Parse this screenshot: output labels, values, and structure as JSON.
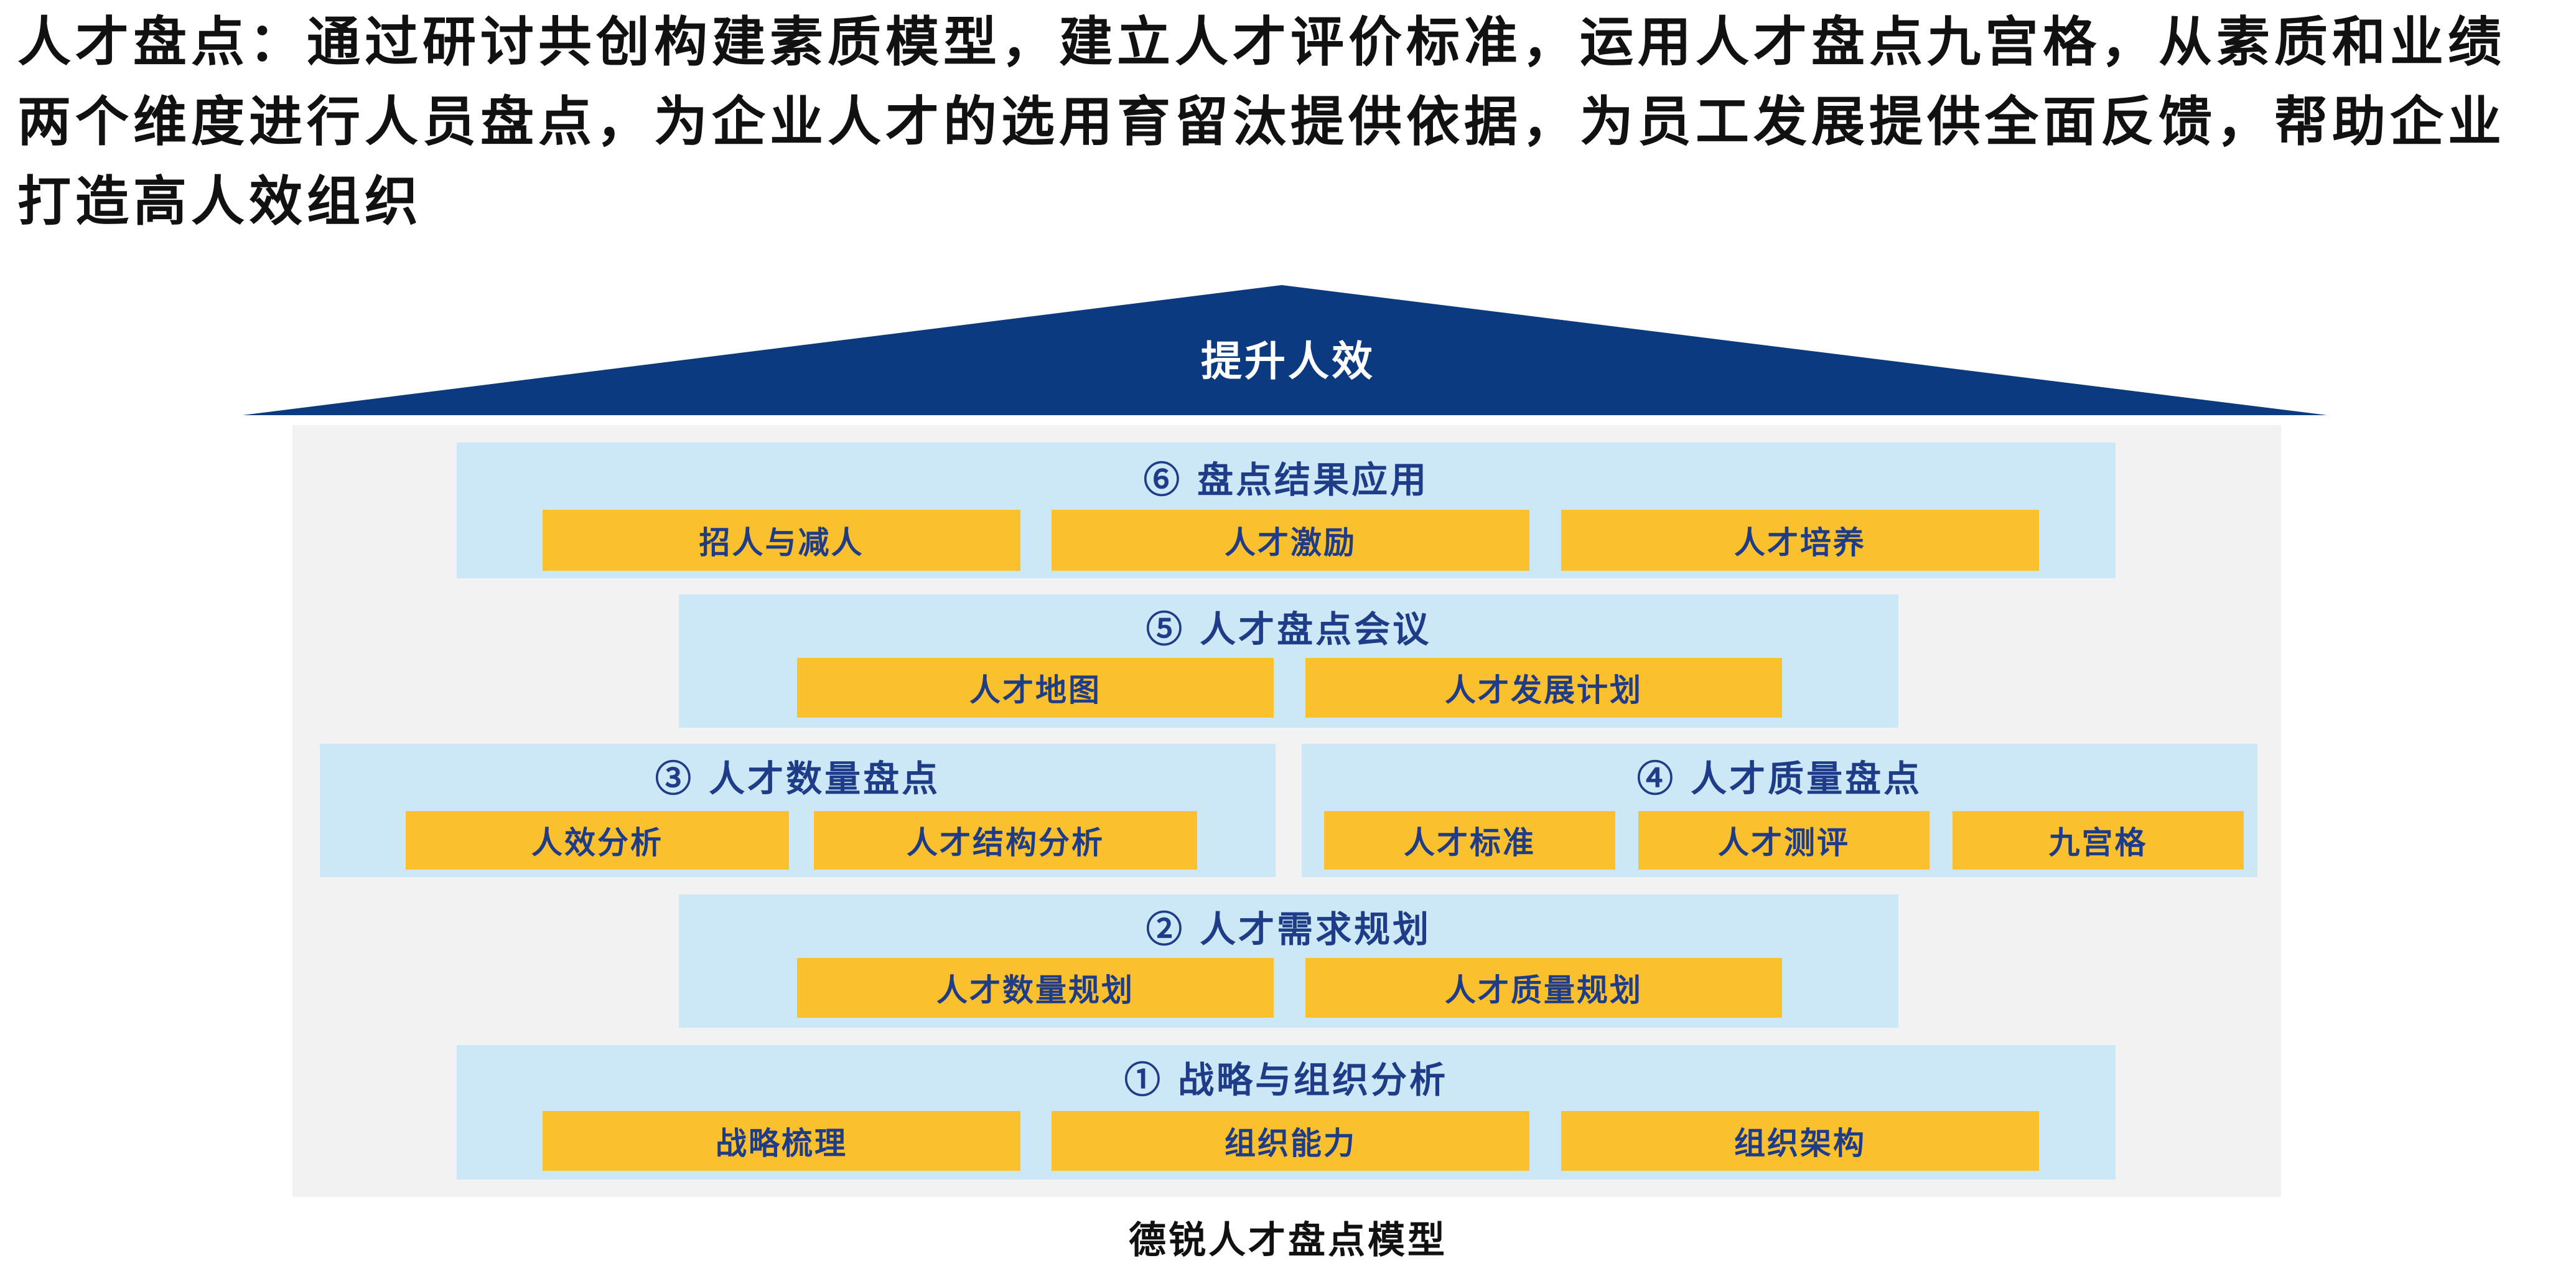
{
  "headline": "人才盘点：通过研讨共创构建素质模型，建立人才评价标准，运用人才盘点九宫格，从素质和业绩两个维度进行人员盘点，为企业人才的选用育留汰提供依据，为员工发展提供全面反馈，帮助企业打造高人效组织",
  "roof": {
    "label": "提升人效",
    "color": "#0b3a80"
  },
  "tiers": {
    "results_application": {
      "title": "⑥ 盘点结果应用",
      "items": [
        "招人与减人",
        "人才激励",
        "人才培养"
      ]
    },
    "review_meeting": {
      "title": "⑤ 人才盘点会议",
      "items": [
        "人才地图",
        "人才发展计划"
      ]
    },
    "quantity_review": {
      "title": "③ 人才数量盘点",
      "items": [
        "人效分析",
        "人才结构分析"
      ]
    },
    "quality_review": {
      "title": "④ 人才质量盘点",
      "items": [
        "人才标准",
        "人才测评",
        "九宫格"
      ]
    },
    "demand_planning": {
      "title": "② 人才需求规划",
      "items": [
        "人才数量规划",
        "人才质量规划"
      ]
    },
    "strategy_analysis": {
      "title": "① 战略与组织分析",
      "items": [
        "战略梳理",
        "组织能力",
        "组织架构"
      ]
    }
  },
  "colors": {
    "house_background": "#f2f2f2",
    "tier_background": "#cce8f6",
    "item_background": "#fbc02d",
    "tier_text": "#1f3c88"
  },
  "caption": "德锐人才盘点模型"
}
